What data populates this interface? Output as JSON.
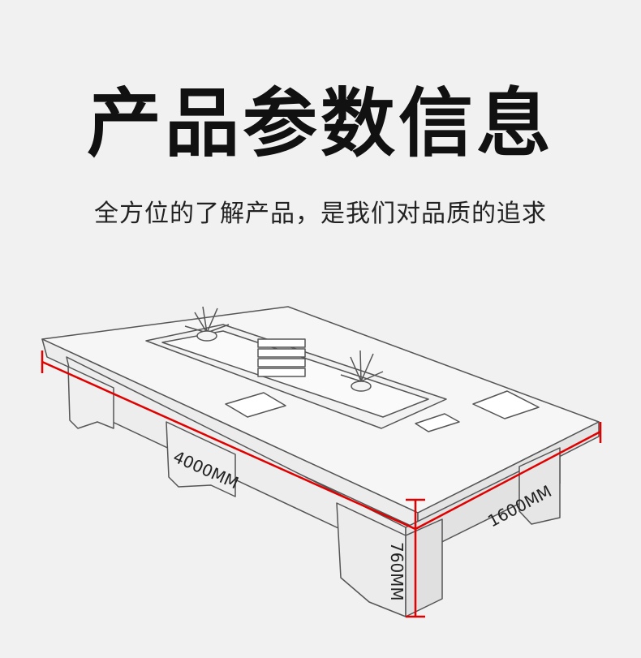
{
  "header": {
    "title": "产品参数信息",
    "subtitle": "全方位的了解产品，是我们对品质的追求"
  },
  "dimensions": {
    "length_label": "4000MM",
    "width_label": "1600MM",
    "height_label": "760MM",
    "line_color": "#e00000"
  }
}
